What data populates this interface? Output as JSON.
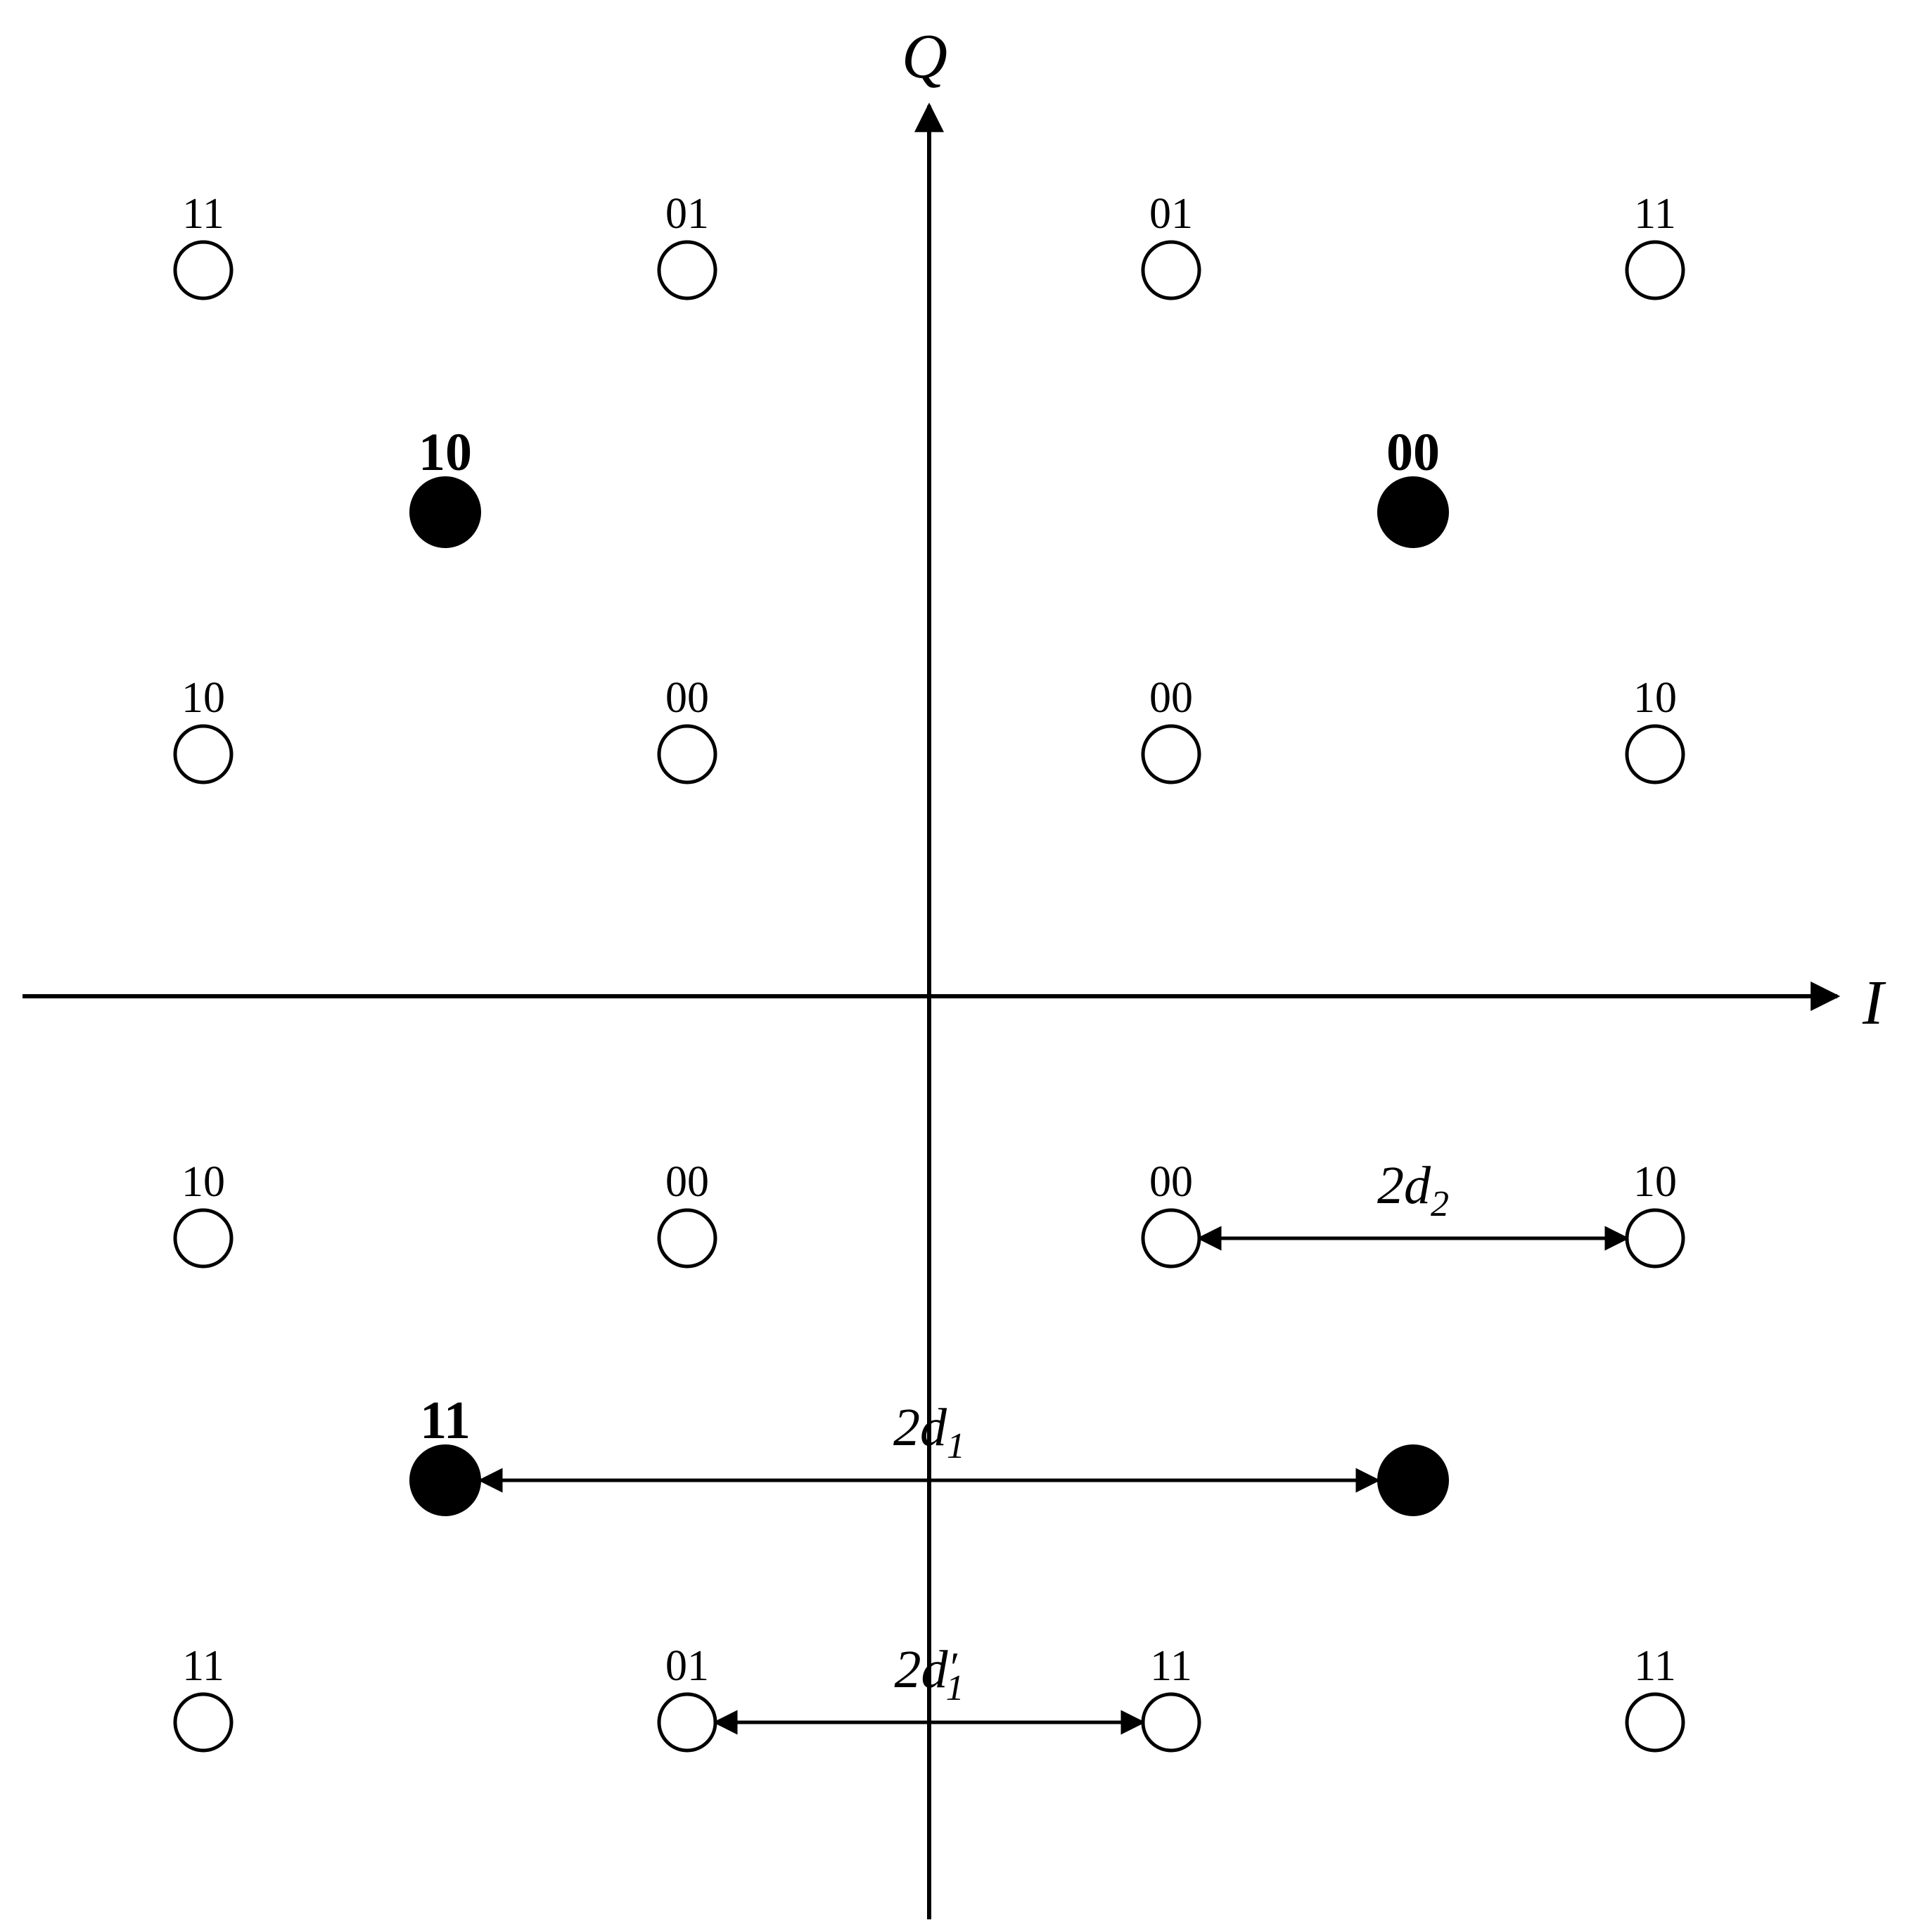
{
  "axes": {
    "x_label": "I",
    "y_label": "Q"
  },
  "open_points": [
    {
      "i": -3,
      "q": 3,
      "label": "11"
    },
    {
      "i": -1,
      "q": 3,
      "label": "01"
    },
    {
      "i": 1,
      "q": 3,
      "label": "01"
    },
    {
      "i": 3,
      "q": 3,
      "label": "11"
    },
    {
      "i": -3,
      "q": 1,
      "label": "10"
    },
    {
      "i": -1,
      "q": 1,
      "label": "00"
    },
    {
      "i": 1,
      "q": 1,
      "label": "00"
    },
    {
      "i": 3,
      "q": 1,
      "label": "10"
    },
    {
      "i": -3,
      "q": -1,
      "label": "10"
    },
    {
      "i": -1,
      "q": -1,
      "label": "00"
    },
    {
      "i": 1,
      "q": -1,
      "label": "00"
    },
    {
      "i": 3,
      "q": -1,
      "label": "10"
    },
    {
      "i": -3,
      "q": -3,
      "label": "11"
    },
    {
      "i": -1,
      "q": -3,
      "label": "01"
    },
    {
      "i": 1,
      "q": -3,
      "label": "11"
    },
    {
      "i": 3,
      "q": -3,
      "label": "11"
    }
  ],
  "filled_points": [
    {
      "i": -2,
      "q": 2,
      "label": "10"
    },
    {
      "i": 2,
      "q": 2,
      "label": "00"
    },
    {
      "i": -2,
      "q": -2,
      "label": "11"
    },
    {
      "i": 2,
      "q": -2,
      "label": ""
    }
  ],
  "measurements": [
    {
      "from": [
        1,
        -1
      ],
      "to": [
        3,
        -1
      ],
      "coef": "2",
      "var": "d",
      "sub": "2",
      "prime": ""
    },
    {
      "from": [
        -2,
        -2
      ],
      "to": [
        2,
        -2
      ],
      "coef": "2",
      "var": "d",
      "sub": "1",
      "prime": ""
    },
    {
      "from": [
        -1,
        -3
      ],
      "to": [
        1,
        -3
      ],
      "coef": "2",
      "var": "d",
      "sub": "1",
      "prime": "′"
    }
  ]
}
